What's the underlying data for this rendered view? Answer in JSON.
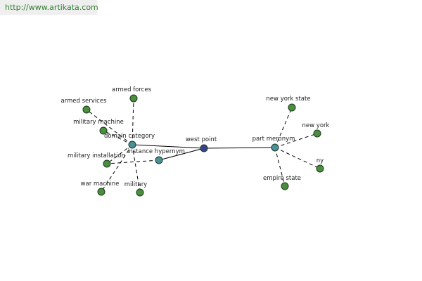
{
  "url": "http://www.artikata.com",
  "colors": {
    "center": "#3a3f8f",
    "hub": "#4a8f9a",
    "leaf": "#4a8f3e",
    "stroke": "#1a3a1a",
    "edge": "#000000"
  },
  "graph": {
    "center": {
      "id": "west-point",
      "label": "west point"
    },
    "hubs": [
      {
        "id": "domain-category",
        "label": "domain category"
      },
      {
        "id": "instance-hypernym",
        "label": "instance hypernym"
      },
      {
        "id": "part-meronym",
        "label": "part meronym"
      }
    ],
    "leaves": [
      {
        "id": "armed-forces",
        "label": "armed forces",
        "hub": "domain-category"
      },
      {
        "id": "armed-services",
        "label": "armed services",
        "hub": "domain-category"
      },
      {
        "id": "military-machine",
        "label": "military machine",
        "hub": "domain-category"
      },
      {
        "id": "military-installation",
        "label": "military installation",
        "hub": "domain-category"
      },
      {
        "id": "war-machine",
        "label": "war machine",
        "hub": "domain-category"
      },
      {
        "id": "military",
        "label": "military",
        "hub": "domain-category"
      },
      {
        "id": "new-york-state",
        "label": "new york state",
        "hub": "part-meronym"
      },
      {
        "id": "new-york",
        "label": "new york",
        "hub": "part-meronym"
      },
      {
        "id": "ny",
        "label": "ny",
        "hub": "part-meronym"
      },
      {
        "id": "empire-state",
        "label": "empire state",
        "hub": "part-meronym"
      },
      {
        "id": "military-installation-2",
        "label": "",
        "hub": "instance-hypernym",
        "target": "military-installation"
      }
    ]
  }
}
